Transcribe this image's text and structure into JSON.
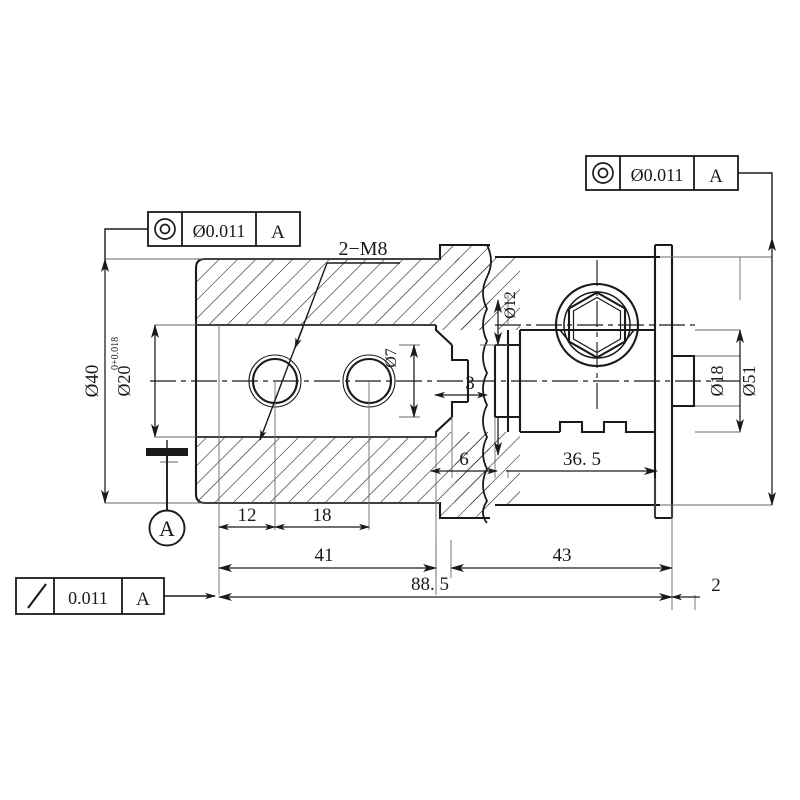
{
  "drawing": {
    "title": "Hydraulic valve body sectional assembly drawing",
    "line_color": "#1a1a1a",
    "thin_color": "#4a4a4a",
    "background": "#ffffff"
  },
  "feature_control_frames": [
    {
      "id": "fcf-top-right",
      "symbol": "concentricity-icon",
      "tolerance": "Ø0.011",
      "datum": "A"
    },
    {
      "id": "fcf-top-left",
      "symbol": "concentricity-icon",
      "tolerance": "Ø0.011",
      "datum": "A"
    },
    {
      "id": "fcf-bottom-left",
      "symbol": "slash-icon",
      "tolerance": "0.011",
      "datum": "A"
    }
  ],
  "datum_feature": {
    "label": "A"
  },
  "callouts": {
    "thread": "2−M8",
    "bore_d7": "Ø7",
    "bore_d12": "Ø12",
    "step_3": "3"
  },
  "diameters": {
    "d40": "Ø40",
    "d20": "Ø20",
    "d20_upper_tol": "+0.018",
    "d20_lower_tol": "0",
    "d18": "Ø18",
    "d51": "Ø51"
  },
  "linear_dimensions": {
    "dim_12": "12",
    "dim_18": "18",
    "dim_41": "41",
    "dim_6": "6",
    "dim_36_5": "36. 5",
    "dim_43": "43",
    "dim_88_5": "88. 5",
    "dim_2": "2"
  }
}
